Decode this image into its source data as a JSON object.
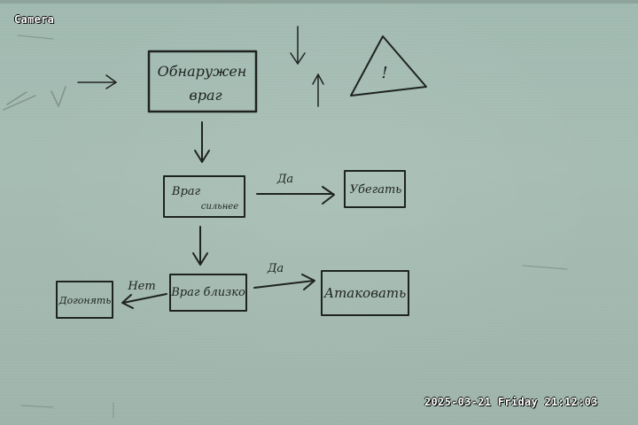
{
  "osd": {
    "camera_label": "Camera",
    "timestamp": "2025-03-21 Friday 21:12:03"
  },
  "whiteboard": {
    "boxes": {
      "detect_line1": "Обнаружен",
      "detect_line2": "враг",
      "stronger_line1": "Враг",
      "stronger_line2": "сильнее",
      "flee": "Убегать",
      "near": "Враг близко",
      "attack": "Атаковать",
      "chase": "Догонять"
    },
    "arrows": {
      "yes_label_1": "Да",
      "yes_label_2": "Да",
      "no_label": "Нет"
    },
    "warning_sign": {
      "icon": "warning-triangle-icon",
      "symbol": "!"
    }
  }
}
